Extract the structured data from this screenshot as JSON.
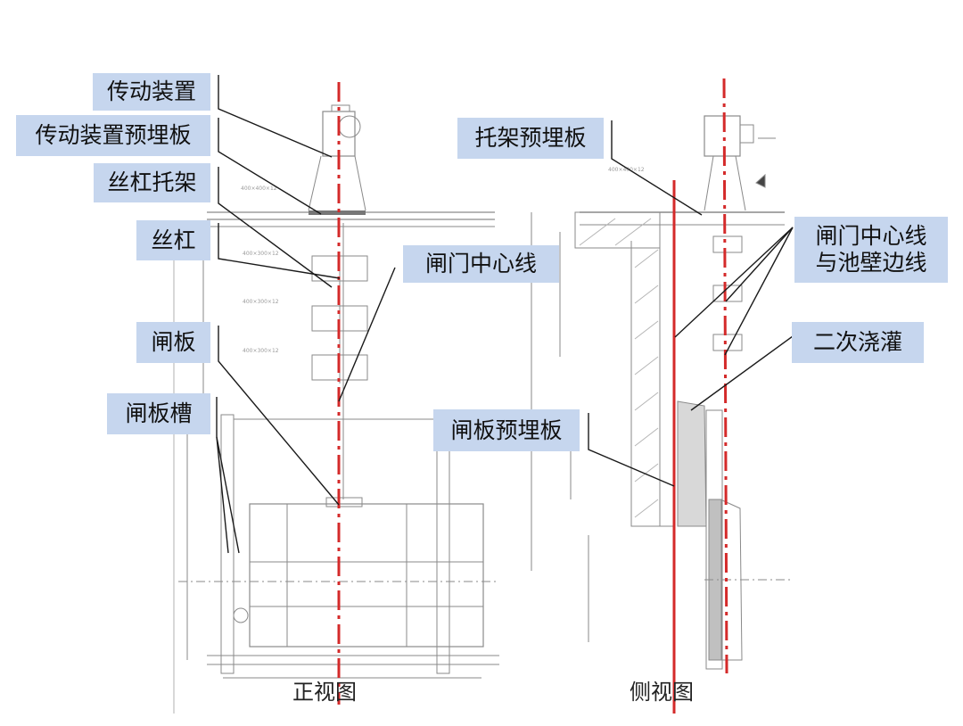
{
  "labels": {
    "drive_device": "传动装置",
    "drive_plate": "传动装置预埋板",
    "screw_bracket": "丝杠托架",
    "screw": "丝杠",
    "gate_plate": "闸板",
    "gate_slot": "闸板槽",
    "gate_centerline_front": "闸门中心线",
    "bracket_plate": "托架预埋板",
    "gate_centerline_side": "闸门中心线\n与池壁边线",
    "secondary_grouting": "二次浇灌",
    "gate_embedded_plate": "闸板预埋板"
  },
  "captions": {
    "front_view": "正视图",
    "side_view": "侧视图"
  },
  "colors": {
    "label_bg": "#c6d6ee",
    "centerline": "#d42a2a",
    "drawing_line": "#8a8a8a",
    "leader_line": "#1a1a1a"
  }
}
